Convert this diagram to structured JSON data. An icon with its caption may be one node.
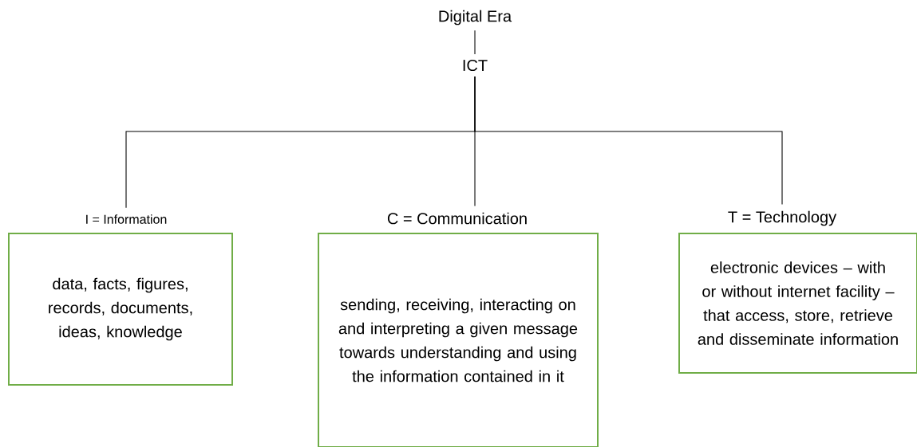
{
  "diagram": {
    "nodes": [
      {
        "text": [
          "Digital Era"
        ]
      },
      {
        "text": [
          "ICT"
        ]
      },
      {
        "text": [
          "I = Information",
          "data, facts, figures, records, documents, ideas, knowledge"
        ]
      },
      {
        "text": [
          "C = Communication",
          "sending, receiving, interacting on and interpreting a given message towards understanding and using the information contained in it"
        ]
      },
      {
        "text": [
          "T = Technology",
          "electronic devices – with or without internet facility – that access, store, retrieve and disseminate information"
        ]
      }
    ],
    "edges": [
      {
        "from": 0,
        "to": 1,
        "arrow": "none"
      },
      {
        "from": 1,
        "to": 2,
        "arrow": "none"
      },
      {
        "from": 1,
        "to": 3,
        "arrow": "none"
      },
      {
        "from": 1,
        "to": 4,
        "arrow": "none"
      }
    ]
  }
}
